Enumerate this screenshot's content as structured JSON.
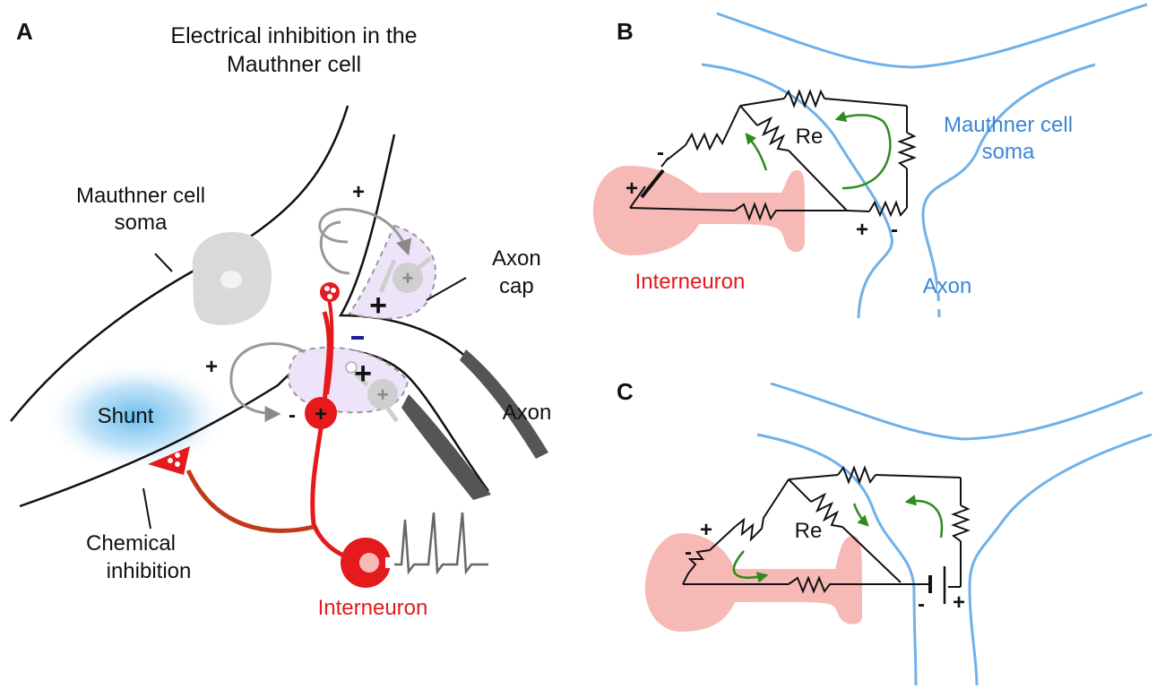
{
  "panelA": {
    "letter": "A",
    "title_line1": "Electrical inhibition in the",
    "title_line2": "Mauthner cell",
    "soma_line1": "Mauthner cell",
    "soma_line2": "soma",
    "axon_cap_line1": "Axon",
    "axon_cap_line2": "cap",
    "axon": "Axon",
    "shunt": "Shunt",
    "chemical_line1": "Chemical",
    "chemical_line2": "inhibition",
    "interneuron": "Interneuron",
    "plus": "+",
    "minus": "-"
  },
  "panelB": {
    "letter": "B",
    "soma_line1": "Mauthner cell",
    "soma_line2": "soma",
    "re": "Re",
    "interneuron": "Interneuron",
    "axon": "Axon",
    "plus": "+",
    "minus": "-"
  },
  "panelC": {
    "letter": "C",
    "re": "Re",
    "plus": "+",
    "minus": "-"
  },
  "colors": {
    "interneuron_red": "#e41a1c",
    "mauthner_blue": "#6fb1e8",
    "label_blue": "#3b86d8",
    "axon_cap_fill": "#ede4fa",
    "pink_cell": "#f7b9b5",
    "current_green": "#2e8b1f",
    "chemical_dark_red": "#c0391b"
  }
}
